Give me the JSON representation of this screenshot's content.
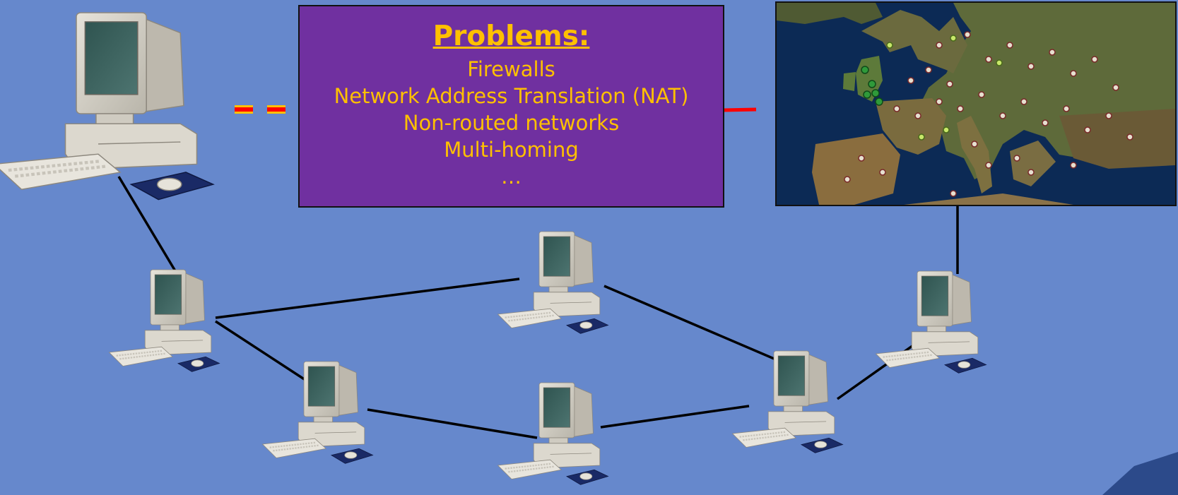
{
  "problems": {
    "title": "Problems:",
    "items": [
      "Firewalls",
      "Network Address Translation (NAT)",
      "Non-routed networks",
      "Multi-homing",
      "…"
    ]
  },
  "colors": {
    "background": "#6688cc",
    "box_fill": "#7030a0",
    "box_text": "#ffc000",
    "link_line": "#000000",
    "blocked_link": "#ff0000",
    "blocked_link_dash": "#ffc000"
  },
  "network": {
    "nodes": [
      {
        "id": "main-workstation",
        "label": "",
        "icon": "computer-icon"
      },
      {
        "id": "node-1",
        "label": "",
        "icon": "computer-icon"
      },
      {
        "id": "node-2",
        "label": "",
        "icon": "computer-icon"
      },
      {
        "id": "node-3",
        "label": "",
        "icon": "computer-icon"
      },
      {
        "id": "node-4",
        "label": "",
        "icon": "computer-icon"
      },
      {
        "id": "node-5",
        "label": "",
        "icon": "computer-icon"
      },
      {
        "id": "node-6",
        "label": "",
        "icon": "computer-icon"
      },
      {
        "id": "node-7",
        "label": "",
        "icon": "computer-icon"
      }
    ],
    "links": [
      [
        "main-workstation",
        "node-1"
      ],
      [
        "node-1",
        "node-2"
      ],
      [
        "node-1",
        "node-3"
      ],
      [
        "node-3",
        "node-4"
      ],
      [
        "node-4",
        "node-5"
      ],
      [
        "node-2",
        "node-5"
      ],
      [
        "node-5",
        "node-6"
      ],
      [
        "node-6",
        "europe-map"
      ]
    ],
    "blocked_links": [
      [
        "main-workstation",
        "europe-map"
      ]
    ]
  },
  "map": {
    "icon": "europe-satellite-map"
  }
}
